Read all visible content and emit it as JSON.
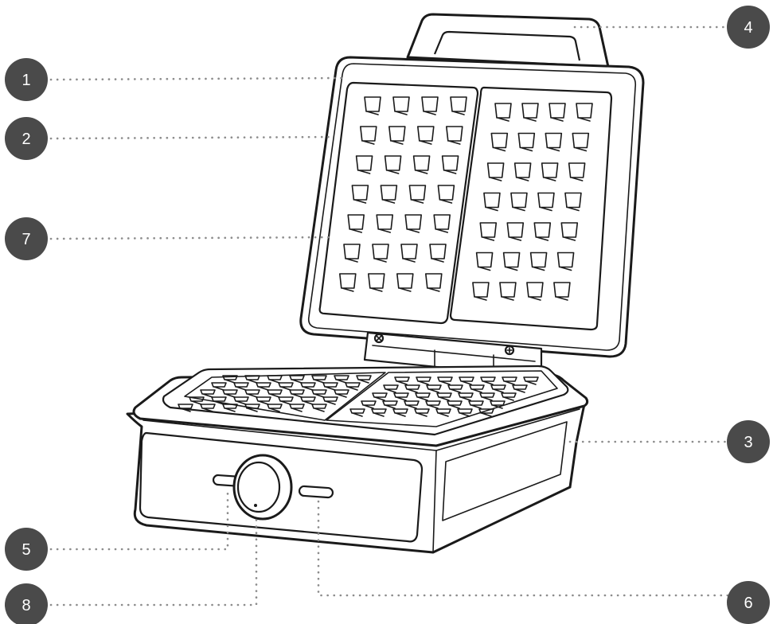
{
  "diagram": {
    "subject": "waffle maker",
    "colors": {
      "badge": "#4a4a4a",
      "badge_text": "#ffffff",
      "leader": "#8c8c8c",
      "line": "#1a1a1a"
    },
    "callouts": [
      {
        "id": "c1",
        "label": "1"
      },
      {
        "id": "c2",
        "label": "2"
      },
      {
        "id": "c3",
        "label": "3"
      },
      {
        "id": "c4",
        "label": "4"
      },
      {
        "id": "c5",
        "label": "5"
      },
      {
        "id": "c6",
        "label": "6"
      },
      {
        "id": "c7",
        "label": "7"
      },
      {
        "id": "c8",
        "label": "8"
      }
    ]
  }
}
